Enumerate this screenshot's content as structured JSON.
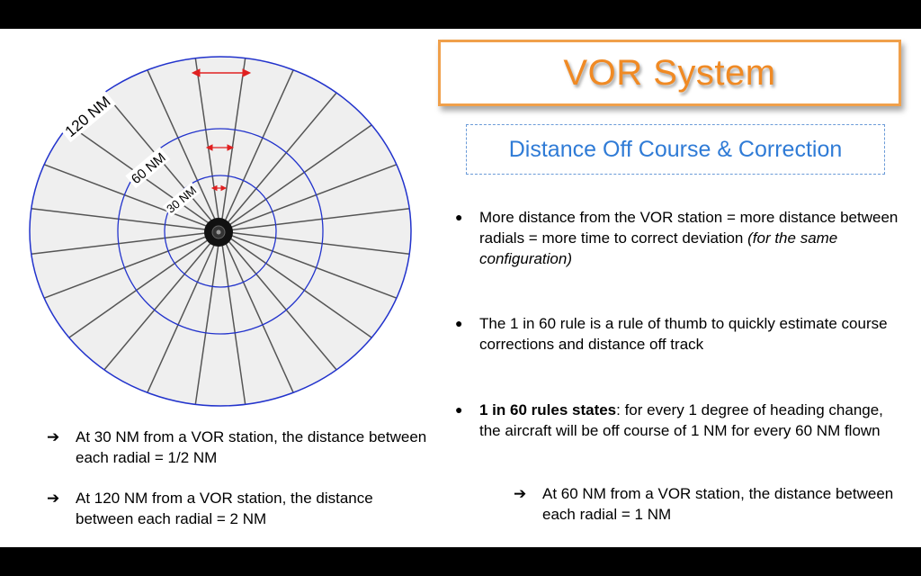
{
  "title": "VOR System",
  "subtitle": "Distance Off Course & Correction",
  "diagram": {
    "label_120": "120 NM",
    "label_60": "60 NM",
    "label_30": "30 NM"
  },
  "bullets": [
    {
      "text": "More distance from the VOR station = more distance between radials = more time to correct deviation ",
      "italic": "(for the same configuration)"
    },
    {
      "text": "The 1 in 60 rule is a rule of thumb to quickly estimate course corrections and distance off track"
    },
    {
      "bold": "1 in 60 rules states",
      "text": ": for every 1 degree of heading change, the aircraft will be off course of 1 NM for every 60 NM flown"
    }
  ],
  "sub_bullet": "At 60 NM from a VOR station, the distance between each radial = 1 NM",
  "left_notes": [
    "At 30 NM from a VOR station, the distance between each radial = 1/2 NM",
    "At 120 NM from a VOR station, the distance between each radial = 2 NM"
  ],
  "colors": {
    "title": "#f08a24",
    "title_border": "#f0a04b",
    "subtitle": "#2f7bd6",
    "ring": "#2233cc",
    "arrow": "#e02020"
  }
}
